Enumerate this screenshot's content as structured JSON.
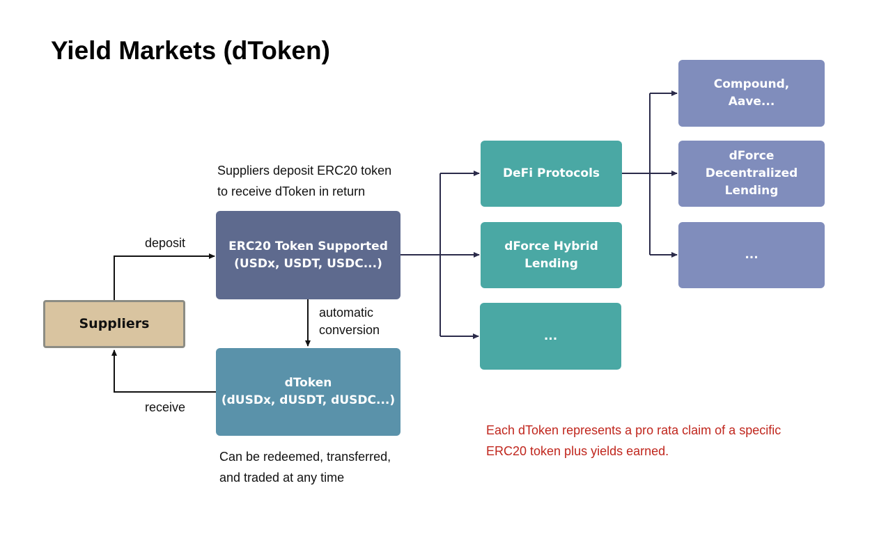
{
  "title": "Yield Markets (dToken)",
  "nodes": {
    "suppliers": "Suppliers",
    "erc20": "ERC20 Token Supported\n(USDx, USDT, USDC...)",
    "dtoken": "dToken\n(dUSDx, dUSDT, dUSDC...)",
    "defi_protocols": "DeFi Protocols",
    "dforce_hybrid": "dForce Hybrid\nLending",
    "more_protocols": "...",
    "compound_aave": "Compound,\nAave...",
    "dforce_decentralized": "dForce\nDecentralized\nLending",
    "more_defi": "..."
  },
  "edge_labels": {
    "deposit": "deposit",
    "receive": "receive",
    "conversion": "automatic\nconversion"
  },
  "notes": {
    "deposit_note": "Suppliers deposit ERC20 token\nto receive dToken in return",
    "redeem_note": "Can be redeemed, transferred,\nand traded at any time",
    "claim_note": "Each dToken represents a pro rata claim of a specific\nERC20 token plus yields earned."
  },
  "colors": {
    "suppliers": "#d9c4a0",
    "erc20": "#5e6a8e",
    "dtoken": "#5a92aa",
    "protocol_boxes": "#4aa8a4",
    "lending_boxes": "#808dbc",
    "arrow": "#2b2b4a",
    "claim_note": "#c0261d"
  }
}
